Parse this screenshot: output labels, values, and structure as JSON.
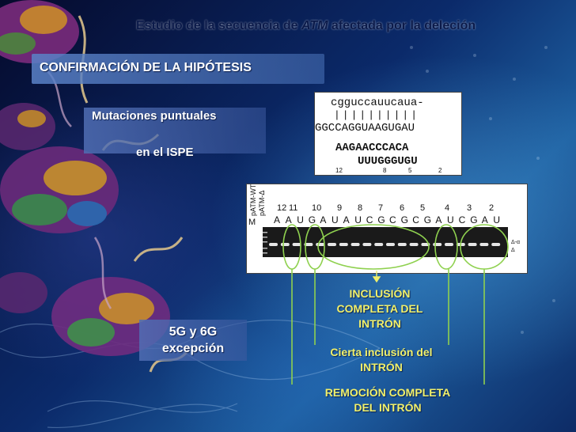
{
  "slide": {
    "title_pre": "Estudio de la secuencia de ",
    "title_gene": "ATM",
    "title_post": " afectada por la deleción",
    "banner": "CONFIRMACIÓN DE LA HIPÓTESIS",
    "subtitle_line1": "Mutaciones puntuales",
    "subtitle_line2": "en el ISPE",
    "exception_line1": "5G y 6G",
    "exception_line2": "excepción"
  },
  "sequence_figure": {
    "row1": "cgguccauucaua-",
    "row2": "||||||||||",
    "row3": "GGCCAGGUAAGUGAU",
    "row4": "AAGAACCCACA",
    "row5": "UUUGGGUGU",
    "positions": [
      "12",
      "8",
      "5",
      "2"
    ]
  },
  "gel_figure": {
    "lane_labels_left": [
      "M",
      "pATM-WT",
      "pATM-Δ"
    ],
    "lane_numbers": [
      "12",
      "11",
      "10",
      "9",
      "8",
      "7",
      "6",
      "5",
      "4",
      "3",
      "2"
    ],
    "lane_letters": [
      "A",
      "A",
      "U",
      "G",
      "A",
      "U",
      "A",
      "U",
      "C",
      "G",
      "C",
      "G",
      "C",
      "G",
      "A",
      "U",
      "C",
      "G",
      "A",
      "U"
    ],
    "side_labels": [
      "Δ-α",
      "Δ"
    ]
  },
  "annotations": {
    "inclusion_line1": "INCLUSIÓN",
    "inclusion_line2": "COMPLETA DEL",
    "inclusion_line3": "INTRÓN",
    "partial_line1": "Cierta inclusión del",
    "partial_line2": "INTRÓN",
    "removal_line1": "REMOCIÓN COMPLETA",
    "removal_line2": "DEL INTRÓN"
  },
  "colors": {
    "title": "#0b1a4a",
    "annotation_yellow": "#f1f06a",
    "callout_green": "#8fd14f",
    "banner": "#5a82c8"
  }
}
